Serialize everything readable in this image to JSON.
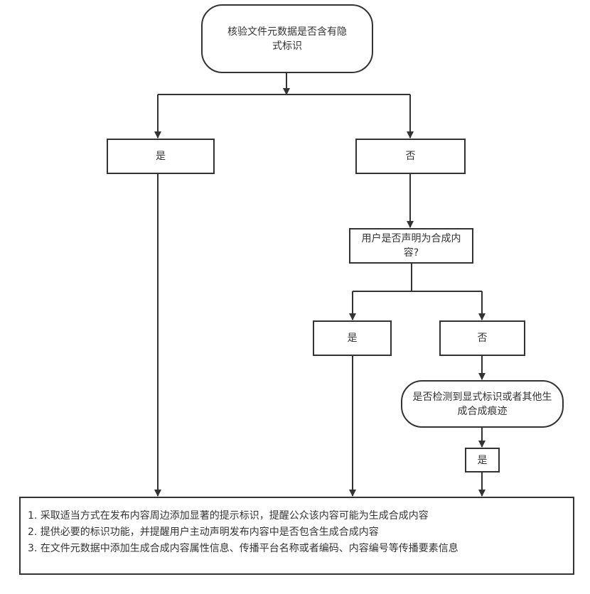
{
  "nodes": {
    "start": "核验文件元数据是否含有隐式标识",
    "yes1": "是",
    "no1": "否",
    "declare": "用户是否声明为合成内容?",
    "yes2": "是",
    "no2": "否",
    "detect": "是否检测到显式标识或者其他生成合成痕迹",
    "yes3": "是"
  },
  "actions": [
    "1. 采取适当方式在发布内容周边添加显著的提示标识，提醒公众该内容可能为生成合成内容",
    "2. 提供必要的标识功能，并提醒用户主动声明发布内容中是否包含生成合成内容",
    "3. 在文件元数据中添加生成合成内容属性信息、传播平台名称或者编码、内容编号等传播要素信息"
  ]
}
